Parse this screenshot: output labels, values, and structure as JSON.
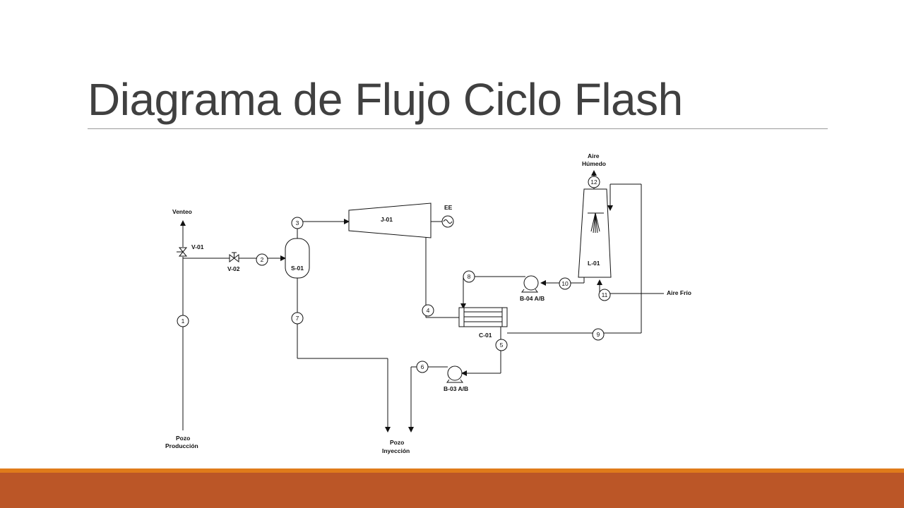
{
  "slide": {
    "title": "Diagrama de Flujo Ciclo Flash"
  },
  "colors": {
    "title": "#404040",
    "footer_accent": "#e07b1a",
    "footer_bar": "#bb5627",
    "lines": "#111111"
  },
  "diagram": {
    "labels": {
      "venteo": "Venteo",
      "v01": "V-01",
      "v02": "V-02",
      "s01": "S-01",
      "j01": "J-01",
      "ee": "EE",
      "c01": "C-01",
      "b04": "B-04 A/B",
      "b03": "B-03 A/B",
      "l01": "L-01",
      "aire_humedo_1": "Aire",
      "aire_humedo_2": "Húmedo",
      "aire_frio": "Aire Frío",
      "pozo_prod_1": "Pozo",
      "pozo_prod_2": "Producción",
      "pozo_iny_1": "Pozo",
      "pozo_iny_2": "Inyección"
    },
    "streams": [
      "1",
      "2",
      "3",
      "4",
      "5",
      "6",
      "7",
      "8",
      "9",
      "10",
      "11",
      "12"
    ]
  }
}
